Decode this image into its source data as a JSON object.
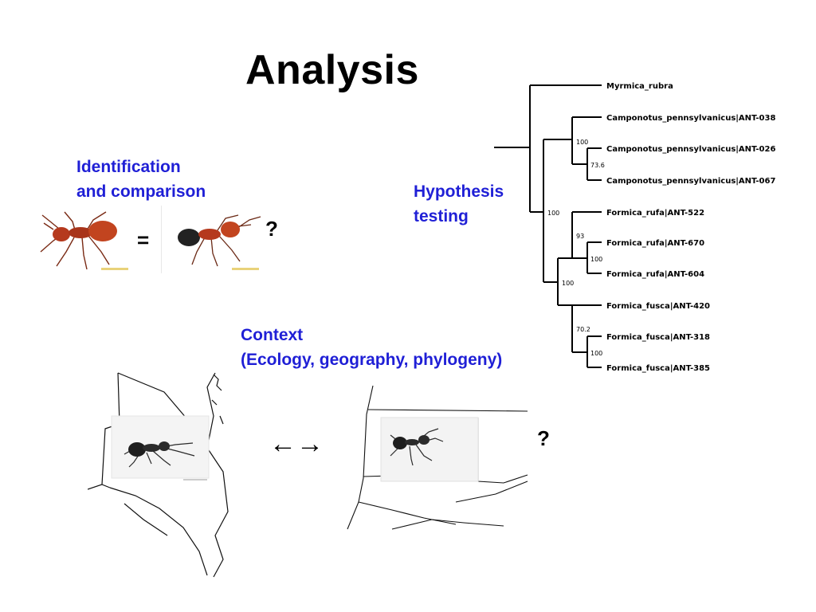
{
  "slide": {
    "title": "Analysis",
    "identification": {
      "line1": "Identification",
      "line2": "and comparison"
    },
    "equals": "=",
    "question_top": "?",
    "hypothesis": {
      "line1": "Hypothesis",
      "line2": "testing"
    },
    "context": {
      "line1": "Context",
      "line2": "(Ecology, geography, phylogeny)"
    },
    "arrows": "←→",
    "question_bottom": "?",
    "colors": {
      "accent_blue": "#1f1fd6",
      "text": "#000000",
      "ant_red": "#b5391d",
      "ant_dark": "#222222"
    },
    "icons": [
      "ant-specimen-photo",
      "ant-specimen-photo",
      "ontario-map",
      "northeast-us-map",
      "ant-specimen-photo",
      "ant-specimen-photo"
    ]
  },
  "tree": {
    "taxa": [
      "Myrmica_rubra",
      "Camponotus_pennsylvanicus|ANT-038",
      "Camponotus_pennsylvanicus|ANT-026",
      "Camponotus_pennsylvanicus|ANT-067",
      "Formica_rufa|ANT-522",
      "Formica_rufa|ANT-670",
      "Formica_rufa|ANT-604",
      "Formica_fusca|ANT-420",
      "Formica_fusca|ANT-318",
      "Formica_fusca|ANT-385"
    ],
    "support": {
      "camponotus_clade": "100",
      "camponotus_026_067": "73.6",
      "formica_clade": "100",
      "rufa_clade": "93",
      "rufa_670_604": "100",
      "rufa_fusca": "100",
      "fusca_clade": "70.2",
      "fusca_318_385": "100"
    }
  }
}
